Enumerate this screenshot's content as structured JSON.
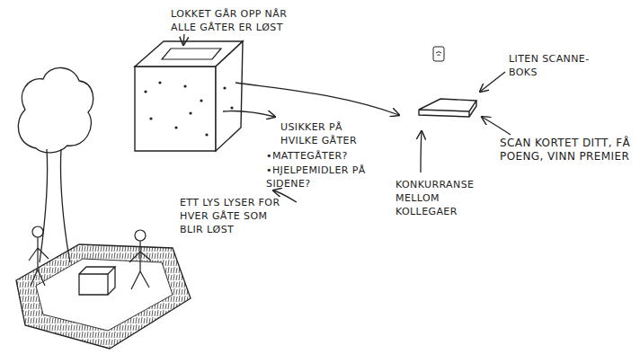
{
  "diagram": {
    "labels": [
      "LOKKET GÅR OPP NÅR ALLE GÅTER ER LØST",
      "USIKKER PÅ HVILKE GÅTER",
      "•MATTEGÅTER?",
      "•HJELPEMIDLER PÅ SIDENE?",
      "ETT LYS LYSER FOR HVER GÅTE SOM BLIR LØST",
      "LITEN SCANNE-BOKS",
      "SCAN KORTET DITT, FÅ POENG, VINN PREMIER",
      "KONKURRANSE MELLOM KOLLEGAER"
    ]
  }
}
